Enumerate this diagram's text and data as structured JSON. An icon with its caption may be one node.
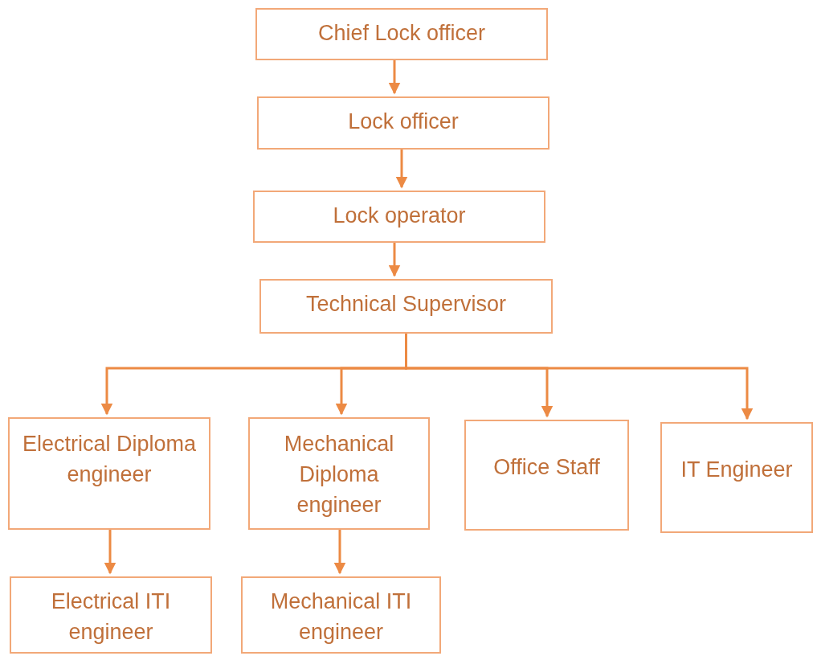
{
  "diagram": {
    "nodes": [
      {
        "text": [
          "Chief Lock officer"
        ]
      },
      {
        "text": [
          "Lock officer"
        ]
      },
      {
        "text": [
          "Lock operator"
        ]
      },
      {
        "text": [
          "Technical Supervisor"
        ]
      },
      {
        "text": [
          "Electrical Diploma engineer"
        ]
      },
      {
        "text": [
          "Mechanical Diploma engineer"
        ]
      },
      {
        "text": [
          "Office Staff"
        ]
      },
      {
        "text": [
          "IT Engineer"
        ]
      },
      {
        "text": [
          "Electrical ITI engineer"
        ]
      },
      {
        "text": [
          "Mechanical ITI engineer"
        ]
      }
    ],
    "edges": [
      {
        "from": 0,
        "to": 1,
        "arrow": "to"
      },
      {
        "from": 1,
        "to": 2,
        "arrow": "to"
      },
      {
        "from": 2,
        "to": 3,
        "arrow": "to"
      },
      {
        "from": 3,
        "to": 4,
        "arrow": "to"
      },
      {
        "from": 3,
        "to": 5,
        "arrow": "to"
      },
      {
        "from": 3,
        "to": 6,
        "arrow": "to"
      },
      {
        "from": 3,
        "to": 7,
        "arrow": "to"
      },
      {
        "from": 4,
        "to": 8,
        "arrow": "to"
      },
      {
        "from": 5,
        "to": 9,
        "arrow": "to"
      }
    ]
  }
}
